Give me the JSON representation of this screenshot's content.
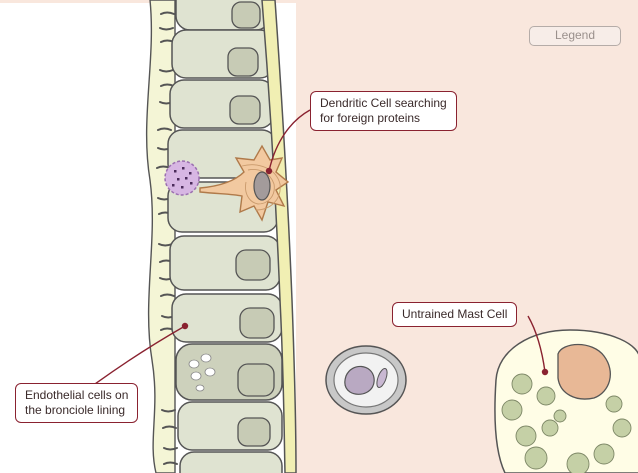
{
  "legend_button": {
    "label": "Legend"
  },
  "callouts": {
    "dendritic_cell": {
      "line1": "Dendritic Cell searching",
      "line2": "for foreign proteins"
    },
    "mast_cell": {
      "line1": "Untrained Mast Cell"
    },
    "endothelial": {
      "line1": "Endothelial cells on",
      "line2": "the bronciole lining"
    }
  },
  "colors": {
    "tissue_background": "#f9e7dd",
    "mucus_layer": "#f4f5d6",
    "cell_fill": "#dfe3d1",
    "nucleus_fill": "#c7cbb5",
    "membrane": "#f1efb3",
    "dendritic_cell": "#f2c9a0",
    "antigen": "#d7b6e3",
    "callout_border": "#8a2230",
    "mast_nucleus": "#e8b896",
    "granule": "#c5d0a6"
  }
}
